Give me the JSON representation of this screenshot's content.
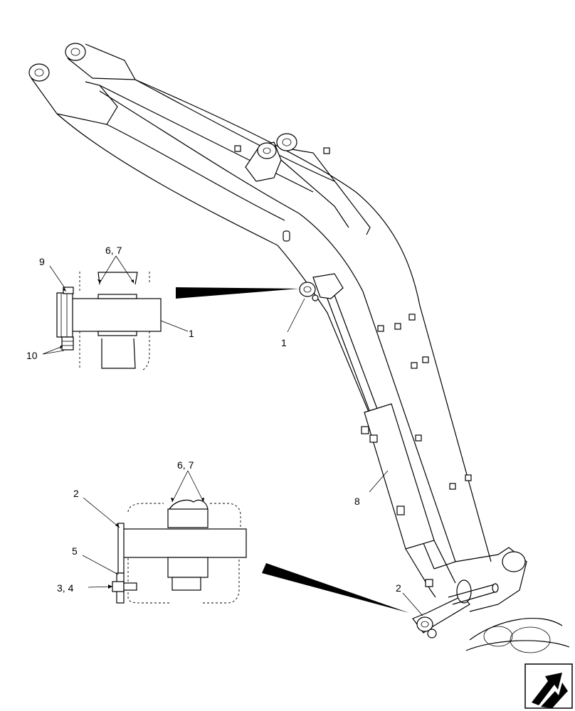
{
  "callouts": {
    "c1_detail": "1",
    "c1_main": "1",
    "c2_detail": "2",
    "c2_main": "2",
    "c34": "3, 4",
    "c5": "5",
    "c67_top": "6, 7",
    "c67_bottom": "6, 7",
    "c8": "8",
    "c9": "9",
    "c10": "10"
  },
  "icons": {
    "corner": "arrow-navigation-icon"
  }
}
